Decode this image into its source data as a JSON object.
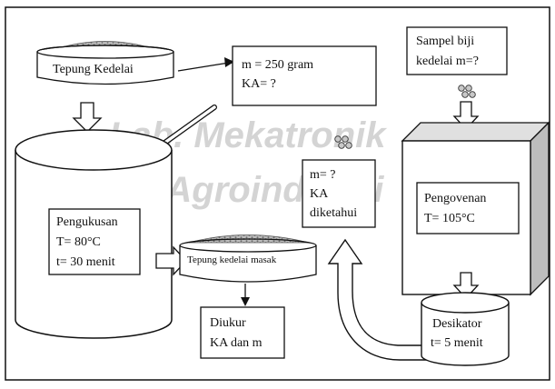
{
  "colors": {
    "page": "#ffffff",
    "line": "#111111",
    "panel_bg": "#ffffff",
    "box_side": "#bdbdbd",
    "box_top": "#e0e0e0",
    "watermark": "#d4d4d4",
    "powder": "#8a8a8a"
  },
  "watermark": {
    "line1": "Lab. Mekatronik",
    "line2": "Alsin Agroindustri"
  },
  "labels": {
    "tepung_kedelai": "Tepung Kedelai",
    "mass_line1": "m = 250 gram",
    "mass_line2": "KA= ?",
    "sampel_line1": "Sampel biji",
    "sampel_line2": "kedelai m=?",
    "pengukusan_line1": "Pengukusan",
    "pengukusan_line2": "T= 80°C",
    "pengukusan_line3": "t= 30 menit",
    "tepung_masak": "Tepung kedelai masak",
    "unknown_line1": "m= ?",
    "unknown_line2": "KA",
    "unknown_line3": "diketahui",
    "pengovenan_line1": "Pengovenan",
    "pengovenan_line2": "T= 105°C",
    "diukur_line1": "Diukur",
    "diukur_line2": "KA dan m",
    "desikator_line1": "Desikator",
    "desikator_line2": "t= 5 menit"
  },
  "icons": {
    "seeds": "soybean-seeds-icon",
    "powder": "powder-heap-icon"
  }
}
